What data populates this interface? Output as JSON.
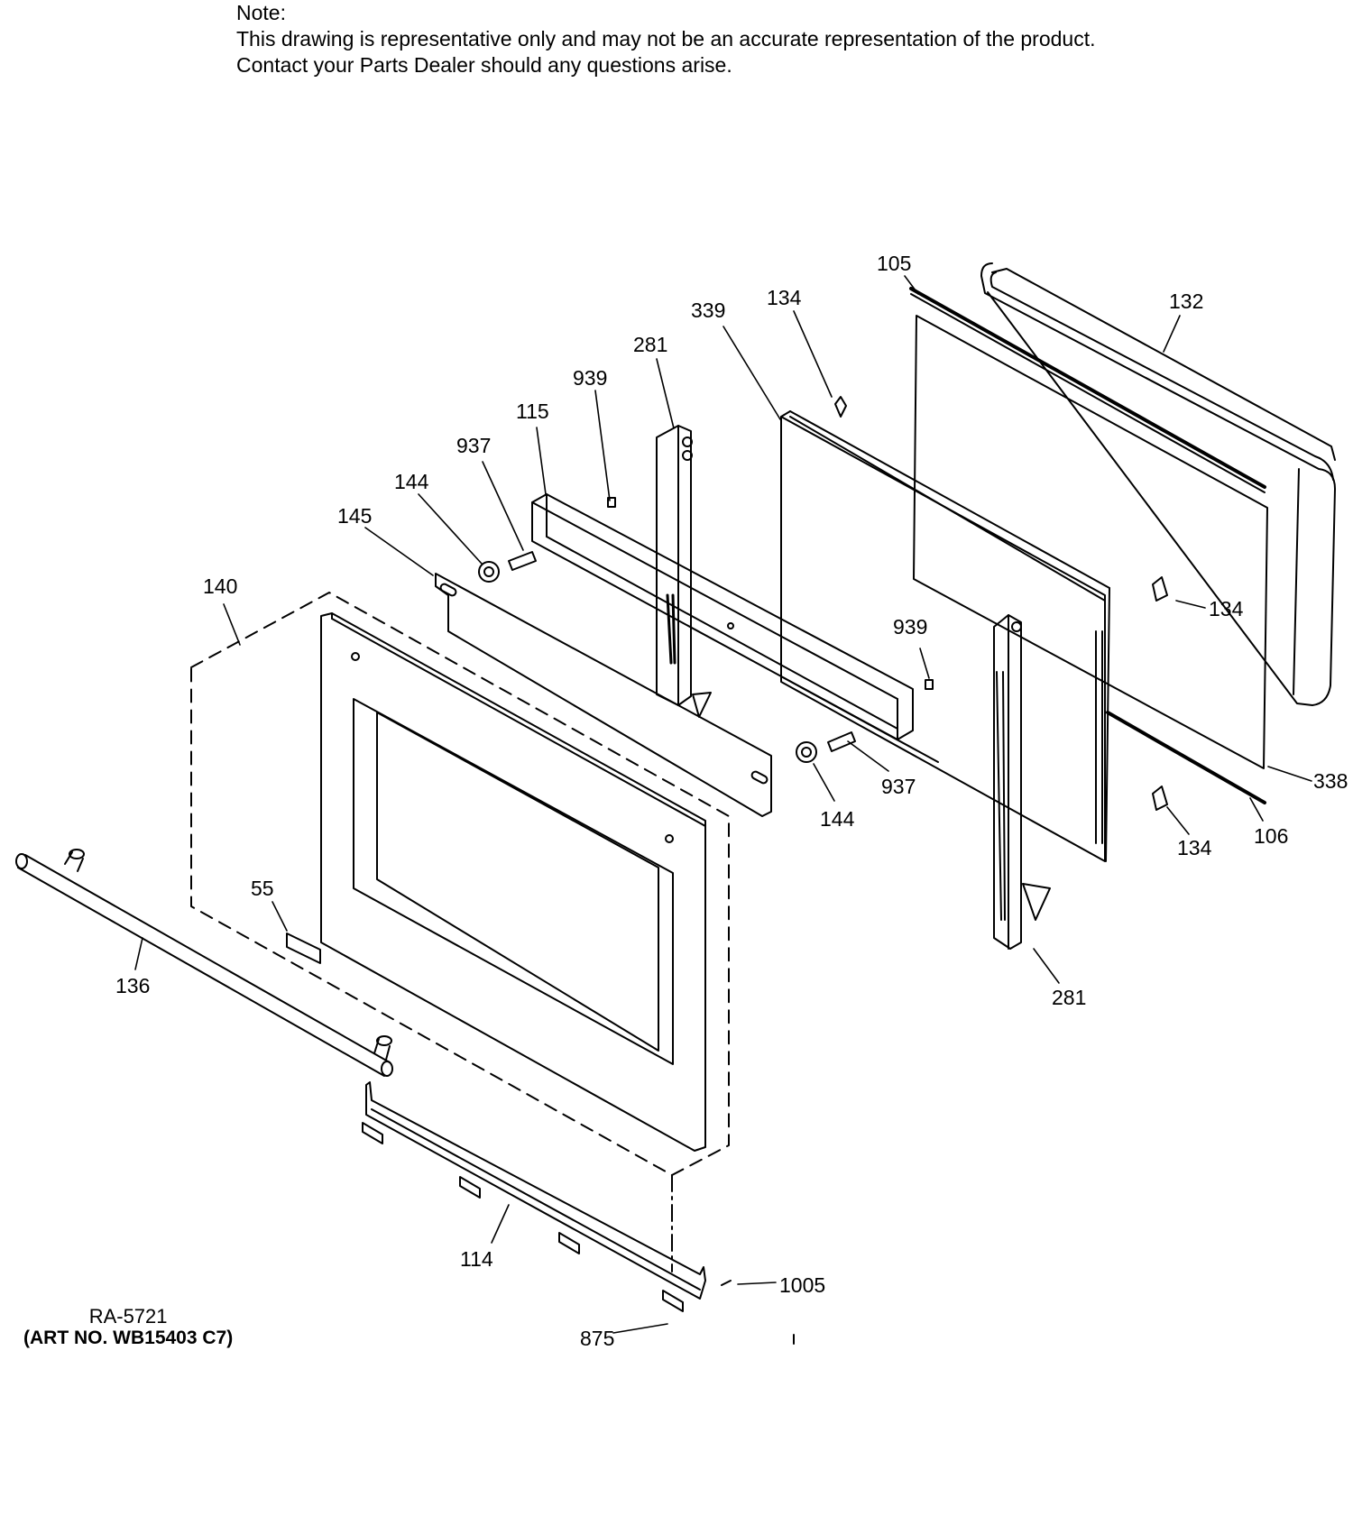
{
  "note": {
    "title": "Note:",
    "line1": "This drawing is representative only and may not be an accurate representation of the product.",
    "line2": "Contact your Parts Dealer should any questions arise."
  },
  "reference": {
    "code": "RA-5721",
    "art_no": "(ART NO. WB15403 C7)"
  },
  "callouts": {
    "c105": "105",
    "c132": "132",
    "c134a": "134",
    "c339": "339",
    "c281a": "281",
    "c939a": "939",
    "c115": "115",
    "c937a": "937",
    "c144a": "144",
    "c145": "145",
    "c140": "140",
    "c134b": "134",
    "c939b": "939",
    "c937b": "937",
    "c144b": "144",
    "c338": "338",
    "c106": "106",
    "c134c": "134",
    "c55": "55",
    "c136": "136",
    "c281b": "281",
    "c114": "114",
    "c1005": "1005",
    "c875": "875"
  }
}
